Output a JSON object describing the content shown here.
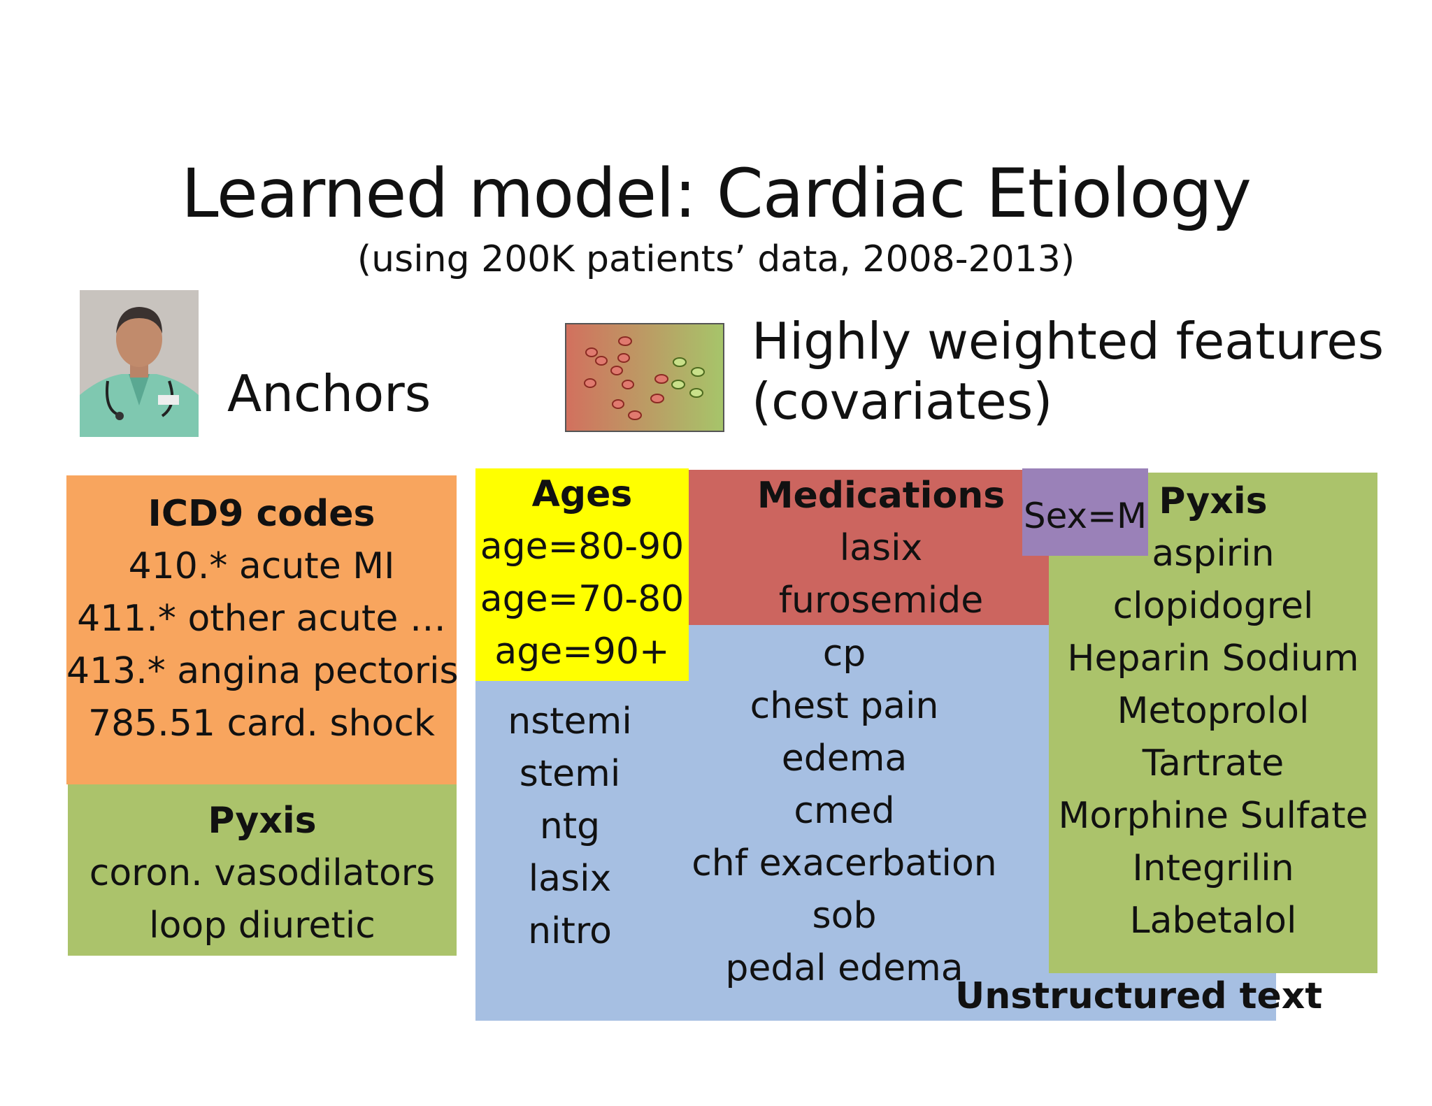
{
  "title": "Learned model: Cardiac Etiology",
  "subtitle": "(using 200K patients’ data, 2008-2013)",
  "anchors_label": "Anchors",
  "features_label": {
    "line1": "Highly weighted features",
    "line2": "(covariates)"
  },
  "colors": {
    "icd": "#F8A55E",
    "pyxis": "#ABC36B",
    "unstructured": "#A6BFE2",
    "ages": "#FFFF00",
    "medications": "#CC655F",
    "sex": "#9A81B8"
  },
  "icd9": {
    "heading": "ICD9 codes",
    "items": [
      "410.* acute MI",
      "411.* other acute …",
      "413.* angina pectoris",
      "785.51 card. shock"
    ]
  },
  "pyxis_anchor": {
    "heading": "Pyxis",
    "items": [
      "coron. vasodilators",
      "loop diuretic"
    ]
  },
  "ages": {
    "heading": "Ages",
    "items": [
      "age=80-90",
      "age=70-80",
      "age=90+"
    ]
  },
  "medications": {
    "heading": "Medications",
    "items": [
      "lasix",
      "furosemide"
    ]
  },
  "sex": "Sex=M",
  "pyxis_features": {
    "heading": "Pyxis",
    "items": [
      "aspirin",
      "clopidogrel",
      "Heparin Sodium",
      "Metoprolol",
      "Tartrate",
      "Morphine Sulfate",
      "Integrilin",
      "Labetalol"
    ]
  },
  "unstructured": {
    "label": "Unstructured text",
    "left_items": [
      "nstemi",
      "stemi",
      "ntg",
      "lasix",
      "nitro"
    ],
    "mid_items": [
      "cp",
      "chest pain",
      "edema",
      "cmed",
      "chf exacerbation",
      "sob",
      "pedal edema"
    ]
  }
}
